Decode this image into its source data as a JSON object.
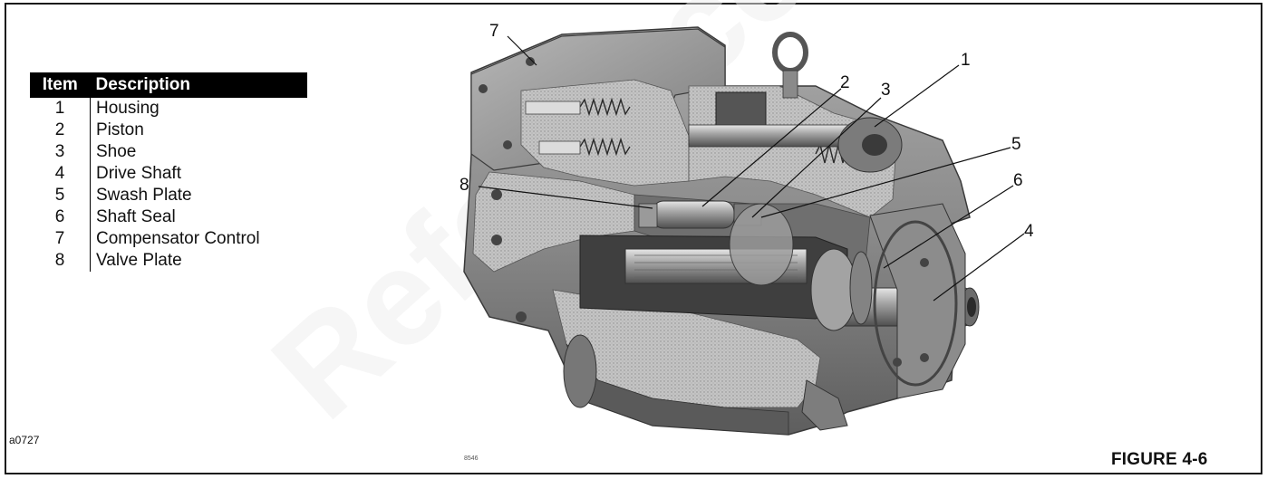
{
  "legend": {
    "header": {
      "item": "Item",
      "description": "Description"
    },
    "rows": [
      {
        "item": "1",
        "description": "Housing"
      },
      {
        "item": "2",
        "description": "Piston"
      },
      {
        "item": "3",
        "description": "Shoe"
      },
      {
        "item": "4",
        "description": "Drive Shaft"
      },
      {
        "item": "5",
        "description": "Swash Plate"
      },
      {
        "item": "6",
        "description": "Shaft Seal"
      },
      {
        "item": "7",
        "description": "Compensator Control"
      },
      {
        "item": "8",
        "description": "Valve Plate"
      }
    ]
  },
  "callouts": [
    "7",
    "1",
    "2",
    "3",
    "5",
    "8",
    "6",
    "4"
  ],
  "image_code": "a0727",
  "image_small_code": "8546",
  "figure_label": "FIGURE 4-6",
  "watermark": "Reference",
  "colors": {
    "ink": "#111111",
    "header_bg": "#000000",
    "metal": "#8e8e8e",
    "cut": "#bdbdbd"
  }
}
